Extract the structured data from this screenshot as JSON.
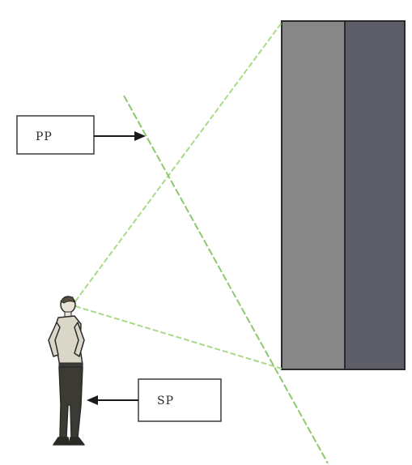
{
  "labels": {
    "picture_plane": "PP",
    "station_point": "SP"
  },
  "icons": {
    "observer": "standing-person-figure",
    "building": "tall-rectangular-block"
  },
  "colors": {
    "sight_lines": "#a9d98a",
    "picture_plane_line": "#8cc96e",
    "building_left_face": "#878787",
    "building_right_face": "#5e5e68",
    "building_outline": "#2b2b2b",
    "label_box_border": "#3a3a3a",
    "arrow": "#1a1a1a"
  }
}
